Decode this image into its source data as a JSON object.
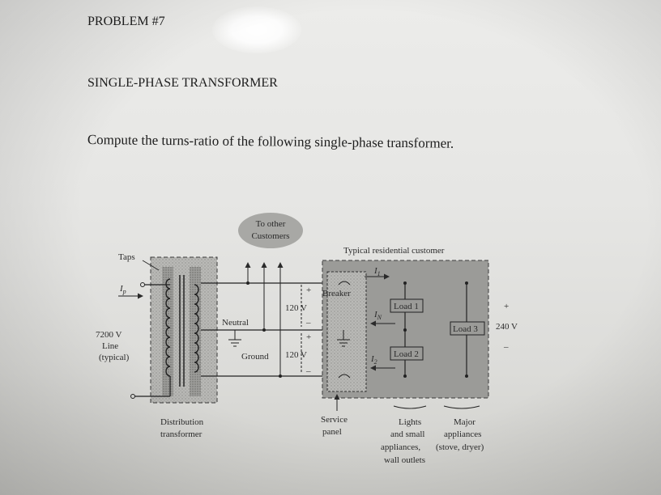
{
  "document": {
    "problem_title": "PROBLEM #7",
    "section_title": "SINGLE-PHASE TRANSFORMER",
    "instruction": "Compute the turns-ratio of the following single-phase transformer."
  },
  "diagram": {
    "to_other_customers_l1": "To other",
    "to_other_customers_l2": "Customers",
    "typical_customer": "Typical residential customer",
    "taps": "Taps",
    "ip": "I",
    "ip_sub": "p",
    "line_voltage_l1": "7200 V",
    "line_voltage_l2": "Line",
    "line_voltage_l3": "(typical)",
    "neutral": "Neutral",
    "ground": "Ground",
    "v_upper": "120 V",
    "v_lower": "120 V",
    "breaker": "Breaker",
    "i1": "I",
    "i1_sub": "1",
    "in": "I",
    "in_sub": "N",
    "i2": "I",
    "i2_sub": "2",
    "load1": "Load 1",
    "load2": "Load 2",
    "load3": "Load 3",
    "v_total": "240 V",
    "plus": "+",
    "minus": "–",
    "distribution_l1": "Distribution",
    "distribution_l2": "transformer",
    "service_l1": "Service",
    "service_l2": "panel",
    "lights_l1": "Lights",
    "lights_l2": "and small",
    "lights_l3": "appliances,",
    "lights_l4": "wall outlets",
    "major_l1": "Major",
    "major_l2": "appliances",
    "major_l3": "(stove, dryer)"
  }
}
